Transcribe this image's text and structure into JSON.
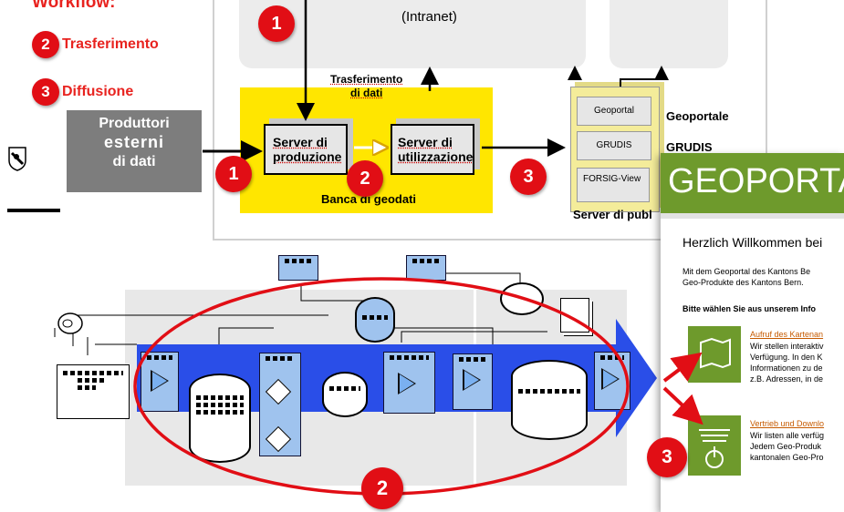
{
  "workflow": {
    "title": "Workflow:",
    "step2_num": "2",
    "step2_label": "Trasferimento",
    "step3_num": "3",
    "step3_label": "Diffusione"
  },
  "diagram": {
    "intranet": "(Intranet)",
    "transfer_label": "Trasferimento",
    "transfer_label2": "di dati",
    "producers_l1": "Produttori",
    "producers_l2": "esterni",
    "producers_l3": "di dati",
    "server_production_l1": "Server di",
    "server_production_l2": "produzione",
    "server_utilization_l1": "Server di",
    "server_utilization_l2": "utilizzazione",
    "geodata_bank": "Banca di geodati",
    "stack_geoportal": "Geoportal",
    "stack_grudis": "GRUDIS",
    "stack_forsig": "FORSIG-View",
    "label_geoportale": "Geoportale",
    "label_grudis": "GRUDIS",
    "label_server_publ": "Server di publ",
    "badge1": "1",
    "badge2": "2",
    "badge3": "3"
  },
  "geoportal": {
    "brand": "GEOPORTAL",
    "welcome": "Herzlich Willkommen bei",
    "intro_l1": "Mit dem Geoportal des Kantons Be",
    "intro_l2": "Geo-Produkte des Kantons Bern.",
    "choose": "Bitte wählen Sie aus unserem Info",
    "item1_link": "Aufruf des Kartenan",
    "item1_l1": "Wir stellen interaktiv",
    "item1_l2": "Verfügung. In den K",
    "item1_l3": "Informationen zu de",
    "item1_l4": "z.B. Adressen, in de",
    "item2_link": "Vertrieb und Downlo",
    "item2_l1": "Wir listen alle verfüg",
    "item2_l2": "Jedem Geo-Produk",
    "item2_l3": "kantonalen Geo-Pro"
  },
  "colors": {
    "accent_red": "#e10e15",
    "yellow": "#ffe600",
    "blue_arrow": "#2a4ee8",
    "geoportal_green": "#6e9a2c"
  }
}
